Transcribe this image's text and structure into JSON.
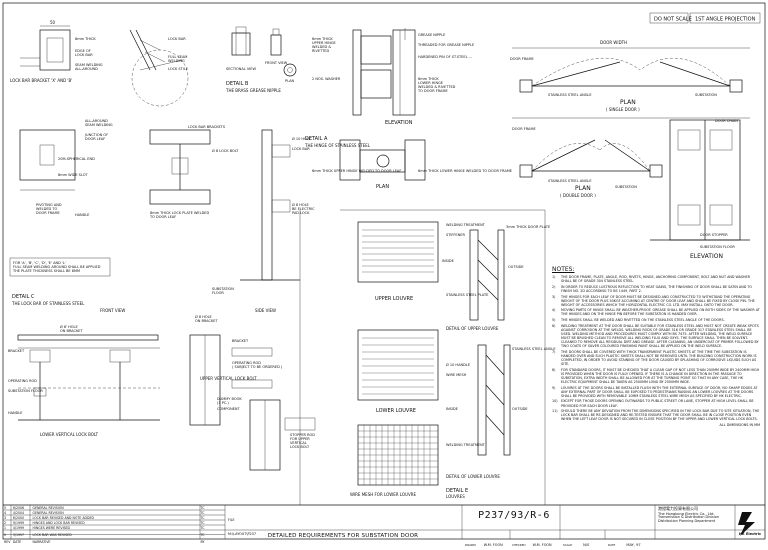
{
  "header": {
    "do_not_scale": "DO NOT SCALE",
    "projection": "1ST ANGLE PROJECTION"
  },
  "details": {
    "lock_bar_bracket": "LOCK BAR BRACKET 'X' AND 'B'",
    "detail_b_title": "DETAIL B",
    "detail_b_sub": "THE BRASS GREASE NIPPLE",
    "sectional_view": "SECTIONAL VIEW",
    "front_view_small": "FRONT VIEW",
    "plan_small": "PLAN",
    "detail_a_title": "DETAIL A",
    "detail_a_sub": "THE HINGE OF STAINLESS STEEL",
    "elevation_a": "ELEVATION",
    "plan_a": "PLAN",
    "detail_c_title": "DETAIL C",
    "detail_c_sub": "THE LOCK BAR OF STAINLESS STEEL",
    "front_view": "FRONT VIEW",
    "side_view": "SIDE VIEW",
    "upper_louvre": "UPPER LOUVRE",
    "lower_louvre": "LOWER LOUVRE",
    "detail_d": "DETAIL OF UPPER LOUVRE",
    "detail_e": "DETAIL OF LOWER LOUVRE",
    "wire_mesh": "WIRE MESH FOR LOWER LOUVRE",
    "detail_e_tag": "DETAIL E",
    "detail_e_sub": "LOUVRES",
    "upper_vertical_lock_bolt": "UPPER VERTICAL LOCK BOLT",
    "lower_vertical_lock_bolt": "LOWER VERTICAL LOCK BOLT",
    "plan_top": "PLAN",
    "plan_top_sub": "( SINGLE DOOR )",
    "plan_mid": "PLAN",
    "plan_mid_sub": "( DOUBLE DOOR )",
    "elevation_bottom": "ELEVATION",
    "substation": "SUBSTATION",
    "stainless_steel_angle": "STAINLESS STEEL ANGLE",
    "door_frame": "DOOR FRAME",
    "door_width": "DOOR WIDTH",
    "substation_floor": "SUBSTATION FLOOR",
    "door_stopper": "DOOR STOPPER",
    "door_leaf": "DOOR LEAF",
    "door_chain": "DOOR CHAIN"
  },
  "labels": {
    "grease_nipple": "GREASE NIPPLE",
    "threaded_nipple": "THREADED FOR GREASE NIPPLE",
    "hardened_pin": "HARDENED PIN OF ST.STEEL ...",
    "washer": "2 NOS. WASHER",
    "lower_hinge": "6mm THICK LOWER HINGE WELDED TO DOOR FRAME",
    "upper_hinge": "6mm THICK UPPER HINGE WELDED TO DOOR LEAF",
    "lock_bar": "LOCK BAR",
    "lock_stile": "LOCK STILE",
    "lock_bar_brackets": "LOCK BAR BRACKETS",
    "handle": "HANDLE",
    "bracket": "BRACKET",
    "operating_rod": "OPERATING ROD",
    "stiffener": "STIFFENER",
    "welding_treatment": "WELDING TREATMENT",
    "outside": "OUTSIDE",
    "inside": "INSIDE",
    "stainless_steel_plate": "STAINLESS STEEL PLATE",
    "stainless_steel_angle": "STAINLESS STEEL ANGLE"
  },
  "notes": {
    "title": "NOTES:",
    "items": [
      {
        "no": "1)",
        "text": "THE DOOR FRAME, PLATE, ANGLE, ROD, RIVETS, HINGE, ANCHORING COMPONENT, BOLT AND NUT AND WASHER SHALL BE OF GRADE 304 STAINLESS STEEL."
      },
      {
        "no": "2)",
        "text": "IN ORDER TO REDUCE LUSTROUS REFLECTION TO HEAT GAINS, THE FINISHING OF DOOR SHALL BE SATIN AND TO FINISH NO. 2D ACCORDING TO BS 1449, PART 2."
      },
      {
        "no": "3)",
        "text": "THE HINGES FOR EACH LEAF OF DOOR MUST BE DESIGNED AND CONSTRUCTED TO WITHSTAND THE OPERATING WEIGHT OF THE DOOR PLUS 50KGF ACCUMING AT CENTRE OF DOOR LEAF AND SHALL BE FIXED BY CLOSE PIN. THE WEIGHT OF ACCESSORIES WHICH THE HORIZONTAL ELECTRIC CO. LTD. MAY INSTALL ONTO THE DOOR."
      },
      {
        "no": "4)",
        "text": "MOVING PARTS OF HINGE SHALL BE WEATHER-PROOF. GREASE SHALL BE APPLIED ON BOTH SIDES OF THE WASHER AT THE HINGES AND ON THE HINGE PIN BEFORE THE SUBSTATION IS HANDED OVER."
      },
      {
        "no": "5)",
        "text": "THE HINGES SHALL BE WELDED AND RIVETTED ON THE STAINLESS STEEL ANGLE OF THE DOORS."
      },
      {
        "no": "6)",
        "text": "WELDING TREATMENT AT THE DOOR SHALL BE SUITABLE FOR STAINLESS STEEL AND MUST NOT CREATE WEAK SPOTS AGAINST CORROSION AT THE WELDS. WELDING RODS OF GRADE 316 OR GRADE 317 STAINLESS STEEL SHALL BE USED. WELDING METHOD AND PROCEDURES MUST COMPLY WITH BS 7475. AFTER WELDING, THE WELD SURFACE MUST BE BRUSHED CLEAN TO REMOVE ALL WELDING FLUX AND OXYS. THE SURFACE SHALL THEN BE SOLVENT-CLEANED TO REMOVE ALL RESIDUAL DIRT AND GREASE. AFTER CLEANING, AN UNDERCOAT OF PRIMER FOLLOWED BY TWO COATS OF SILVER COLOURED FINISHING PAINT SHALL BE APPLIED ON THE WELD SURFACE."
      },
      {
        "no": "7)",
        "text": "THE DOORS SHALL BE COVERED WITH THICK TRANSPARENT PLASTIC SHEETS AT THE TIME THE SUBSTATION IS HANDED OVER AND SUCH PLASTIC SHEETS SHALL NOT BE REMOVED UNTIL THE BUILDING CONSTRUCTION WORK IS COMPLETED, IN ORDER TO AVOID STAINING OF THE DOOR CAUSED BY SPLASHING OF CORROSIVE LIQUIDS SUCH AS SITE."
      },
      {
        "no": "8)",
        "text": "FOR STANDARD DOORS, IT MUST BE CHECKED THAT A CLEAR GAP OF NOT LESS THAN 200MM WIDE BY 2400MM HIGH IS PROVIDED WHEN THE DOOR IS FULLY OPENED. IF THERE IS A CHANGE IN DIRECTION IN THE PASSAGE TO SUBSTATION, EXTRA WIDTH SHALL BE ALLOWED FOR AT THE TURNING POINT SO THAT IN ANY CASE, THE HK ELECTRIC EQUIPMENT SHALL BE TAKEN AS 2500MM LONG BY 2500MM WIDE."
      },
      {
        "no": "9)",
        "text": "LOUVRES AT THE DOORS SHALL BE INSTALLED FLUSH WITH THE EXTERNAL SURFACE OF DOOR, NO SHARP EDGES AT ANY EXTERNAL PART OF DOOR SHALL BE EXPOSED TO PEDESTRIANS RAISING AN LOWER LOUVRES AT THE DOORS SHALL BE PROVIDED WITH REMOVABLE 10MM STAINLESS STEEL WIRE MESH AS SPECIFIED BY HK ELECTRIC."
      },
      {
        "no": "10)",
        "text": "EXCEPT FOR THOSE DOORS OPENING OUTWARDS TO PUBLIC STREET OR LANE, STOPPER AT HIGH LEVEL SHALL BE PROVIDED FOR EACH DOOR LEAF."
      },
      {
        "no": "11)",
        "text": "SHOULD THERE BE ANY DEVIATION FROM THE DIMENSIONS SPECIFIED IN THE LOCK BAR DUE TO SITE SITUATION, THE LOCK BAR SHALL BE RE-DESIGNED AND RE-TESTED ENSURE THAT THE DOOR SHALL BE IN CLOSE POSITION EVEN WHEN THE LEFT LEAF DOOR IS NOT SECURED IN CLOSE POSITION BY THE UPPER AND LOWER VERTICAL LOCK BOLTS."
      }
    ],
    "footer": "ALL DIMENSIONS IN MM"
  },
  "revisions": [
    {
      "rev": "5",
      "date": "6/2006",
      "desc": "GENERAL REVISION",
      "by": "TC"
    },
    {
      "rev": "4",
      "date": "4/2004",
      "desc": "GENERAL REVISION",
      "by": "TC"
    },
    {
      "rev": "3",
      "date": "6/2000",
      "desc": "LOCK BAR REVISED AND NOTE ADDED",
      "by": "TC"
    },
    {
      "rev": "2",
      "date": "9/1999",
      "desc": "HINGES AND LOCK BAR REVISED",
      "by": "TC"
    },
    {
      "rev": "1",
      "date": "4/1999",
      "desc": "HINGES WERE REVISED",
      "by": "TC"
    },
    {
      "rev": "0",
      "date": "3/1997",
      "desc": "LOCK BAR WAS REVISED",
      "by": "TC"
    },
    {
      "rev": "REV",
      "date": "DATE",
      "desc": "NARRATIVE",
      "by": "BY"
    }
  ],
  "title_block": {
    "file_label": "FILE",
    "file": "M:\\LAYOUT\\P237",
    "title": "DETAILED REQUIREMENTS FOR SUBSTATION DOOR",
    "drawn_label": "DRAWN",
    "drawn": "W.M. FOON",
    "checked_label": "CHECKED",
    "checked": "W.M. FOON",
    "scale_label": "SCALE",
    "scale": "N/S",
    "date_label": "DATE",
    "date": "MAY, 97",
    "drawing_no": "P237/93/R-6",
    "company_cn": "港燈電力投資有限公司",
    "company": "The Hongkong Electric Co., Ltd.",
    "division": "Transmission & Distribution Division",
    "department": "Distribution Planning Department",
    "logo_text": "HK Electric"
  }
}
